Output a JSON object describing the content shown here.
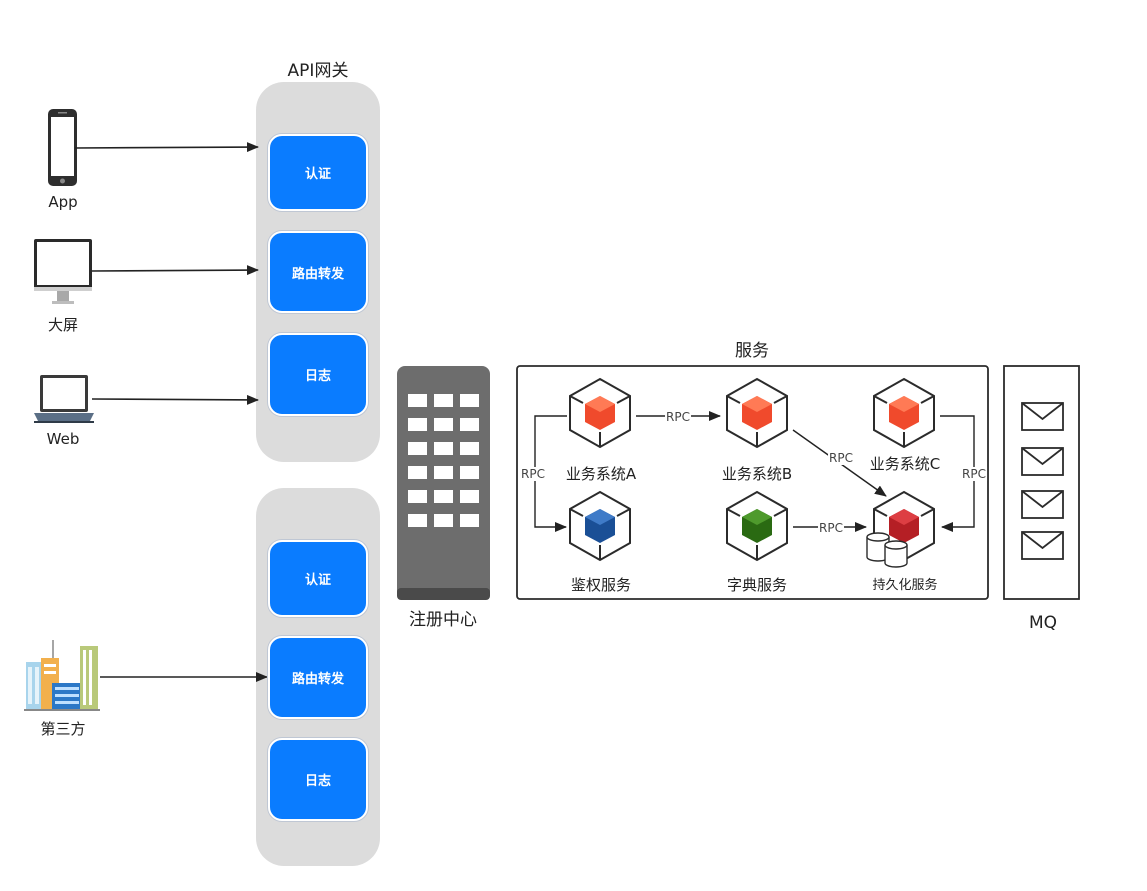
{
  "gateway": {
    "title": "API网关",
    "group1": [
      "认证",
      "路由转发",
      "日志"
    ],
    "group2": [
      "认证",
      "路由转发",
      "日志"
    ]
  },
  "clients": {
    "app": "App",
    "screen": "大屏",
    "web": "Web",
    "third_party": "第三方"
  },
  "registry": {
    "label": "注册中心"
  },
  "services": {
    "title": "服务",
    "system_a": "业务系统A",
    "system_b": "业务系统B",
    "system_c": "业务系统C",
    "auth": "鉴权服务",
    "dict": "字典服务",
    "persist": "持久化服务",
    "rpc": "RPC"
  },
  "mq": {
    "label": "MQ"
  },
  "colors": {
    "button_blue": "#0a7cff",
    "gateway_gray": "#dcdcdc",
    "cube_orange": "#f04a2c",
    "cube_blue": "#1a4f96",
    "cube_green": "#2a6a12",
    "cube_red": "#b51f25",
    "registry_gray": "#6d6d6d"
  }
}
